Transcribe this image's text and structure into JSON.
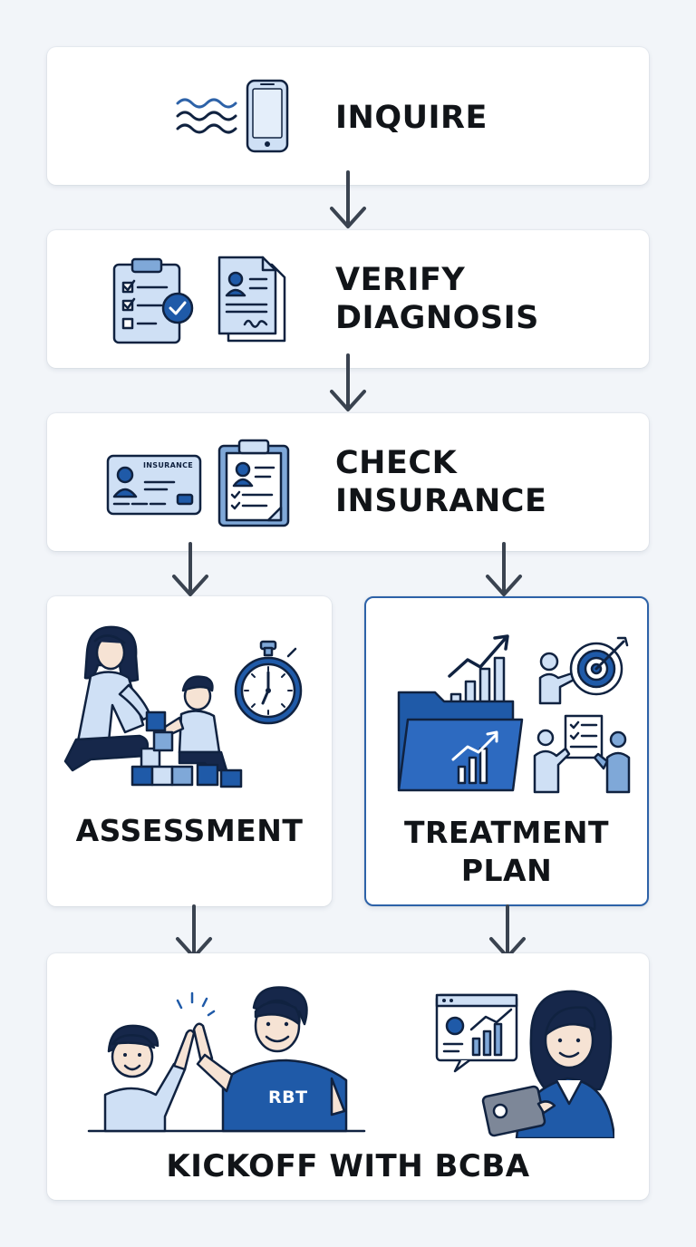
{
  "steps": {
    "inquire": {
      "label": "INQUIRE"
    },
    "verify_diagnosis": {
      "label_line1": "VERIFY",
      "label_line2": "DIAGNOSIS"
    },
    "check_insurance": {
      "label_line1": "CHECK",
      "label_line2": "INSURANCE",
      "card_text": "INSURANCE"
    },
    "assessment": {
      "label": "ASSESSMENT"
    },
    "treatment_plan": {
      "label_line1": "TREATMENT",
      "label_line2": "PLAN"
    },
    "kickoff": {
      "label": "KICKOFF WITH BCBA",
      "shirt_text": "RBT"
    }
  },
  "colors": {
    "background": "#f2f5f9",
    "card": "#ffffff",
    "accent": "#2d62a8",
    "arrow": "#3a4350",
    "text": "#111418"
  },
  "icons": [
    "waves-icon",
    "smartphone-icon",
    "checklist-clipboard-icon",
    "document-icon",
    "insurance-card-icon",
    "form-clipboard-icon",
    "parent-child-blocks-icon",
    "stopwatch-icon",
    "folder-chart-icon",
    "target-icon",
    "team-board-icon",
    "high-five-icon",
    "bcba-tablet-icon"
  ]
}
